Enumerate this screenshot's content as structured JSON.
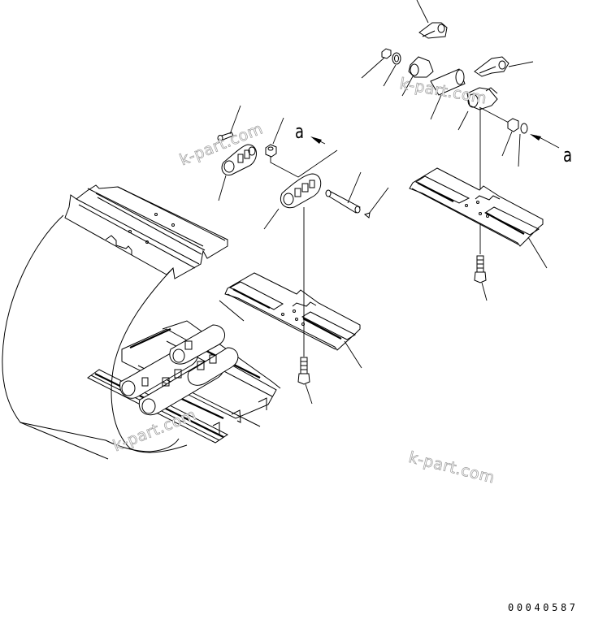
{
  "diagram": {
    "title": "Track shoe assembly exploded parts view",
    "view_labels": [
      {
        "id": "a-left",
        "text": "a"
      },
      {
        "id": "a-right",
        "text": "a"
      }
    ],
    "watermarks": [
      {
        "text": "k-part.com"
      },
      {
        "text": "k-part.com"
      },
      {
        "text": "k-part.com"
      },
      {
        "text": "k-part.com"
      }
    ],
    "drawing_number": "00040587",
    "parts": [
      {
        "name": "link-master-upper"
      },
      {
        "name": "nut-small"
      },
      {
        "name": "washer"
      },
      {
        "name": "link-half-left"
      },
      {
        "name": "bushing"
      },
      {
        "name": "link-half-right"
      },
      {
        "name": "link-master-right"
      },
      {
        "name": "nut-right"
      },
      {
        "name": "washer-right"
      },
      {
        "name": "track-shoe-right"
      },
      {
        "name": "shoe-bolt-right"
      },
      {
        "name": "pin-left"
      },
      {
        "name": "link-left"
      },
      {
        "name": "nut-center"
      },
      {
        "name": "link-center"
      },
      {
        "name": "master-pin"
      },
      {
        "name": "pin-stopper"
      },
      {
        "name": "track-shoe-center"
      },
      {
        "name": "shoe-bolt-center"
      },
      {
        "name": "track-assembly"
      }
    ],
    "colors": {
      "line": "#000000",
      "background": "#ffffff",
      "watermark": "#9a9a9a"
    }
  }
}
